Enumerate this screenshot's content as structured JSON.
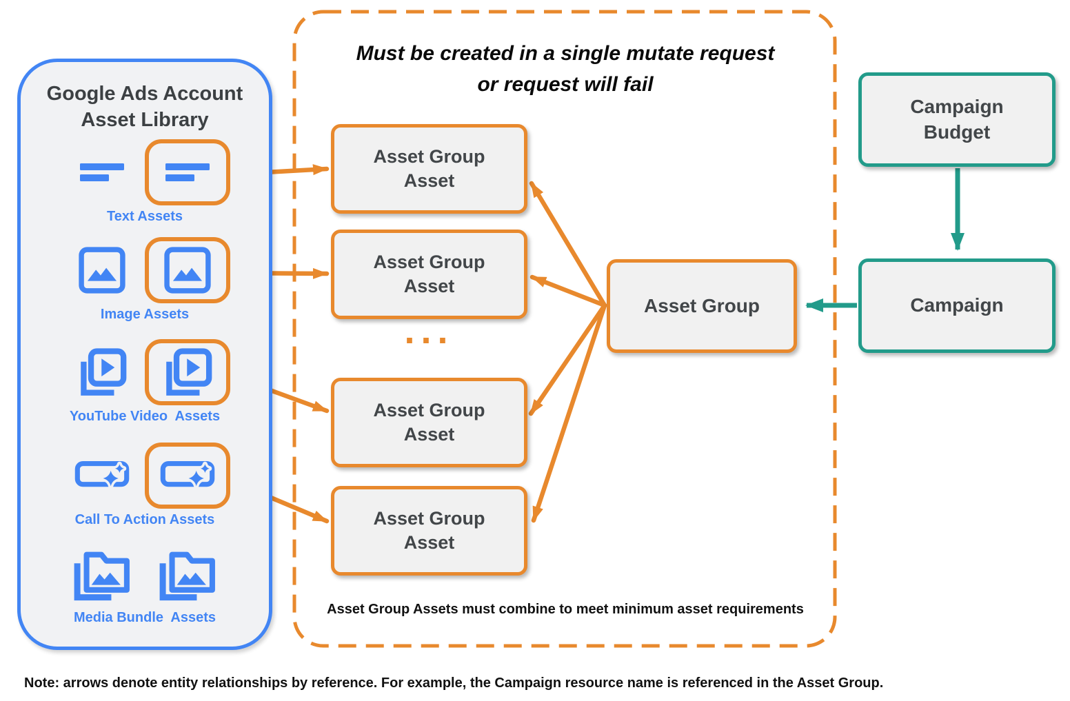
{
  "colors": {
    "orange": "#E8892D",
    "blue": "#4285F4",
    "teal": "#229B8A",
    "box_bg": "#F1F1F1",
    "panel_bg": "#F1F2F4",
    "ink": "#3C4043",
    "note_ink": "#111111"
  },
  "asset_library": {
    "title": "Google Ads Account\nAsset Library",
    "items": [
      {
        "label": "Text Assets",
        "icon": "text-assets-icon",
        "highlighted": true
      },
      {
        "label": "Image Assets",
        "icon": "image-assets-icon",
        "highlighted": true
      },
      {
        "label": "YouTube Video  Assets",
        "icon": "youtube-video-assets-icon",
        "highlighted": true
      },
      {
        "label": "Call To Action Assets",
        "icon": "call-to-action-assets-icon",
        "highlighted": true
      },
      {
        "label": "Media Bundle  Assets",
        "icon": "media-bundle-assets-icon",
        "highlighted": false
      }
    ]
  },
  "mutate_group": {
    "heading": "Must be created in a single mutate request\nor request will fail",
    "boxes": [
      {
        "label": "Asset Group\nAsset"
      },
      {
        "label": "Asset Group\nAsset"
      },
      {
        "label": "Asset Group\nAsset"
      },
      {
        "label": "Asset Group\nAsset"
      }
    ],
    "ellipsis": "...",
    "footnote": "Asset Group Assets must combine to meet minimum asset requirements"
  },
  "asset_group": {
    "label": "Asset Group"
  },
  "campaign_budget": {
    "label": "Campaign\nBudget"
  },
  "campaign": {
    "label": "Campaign"
  },
  "note": "Note: arrows denote entity relationships by reference. For example, the Campaign resource name is referenced in the Asset Group."
}
